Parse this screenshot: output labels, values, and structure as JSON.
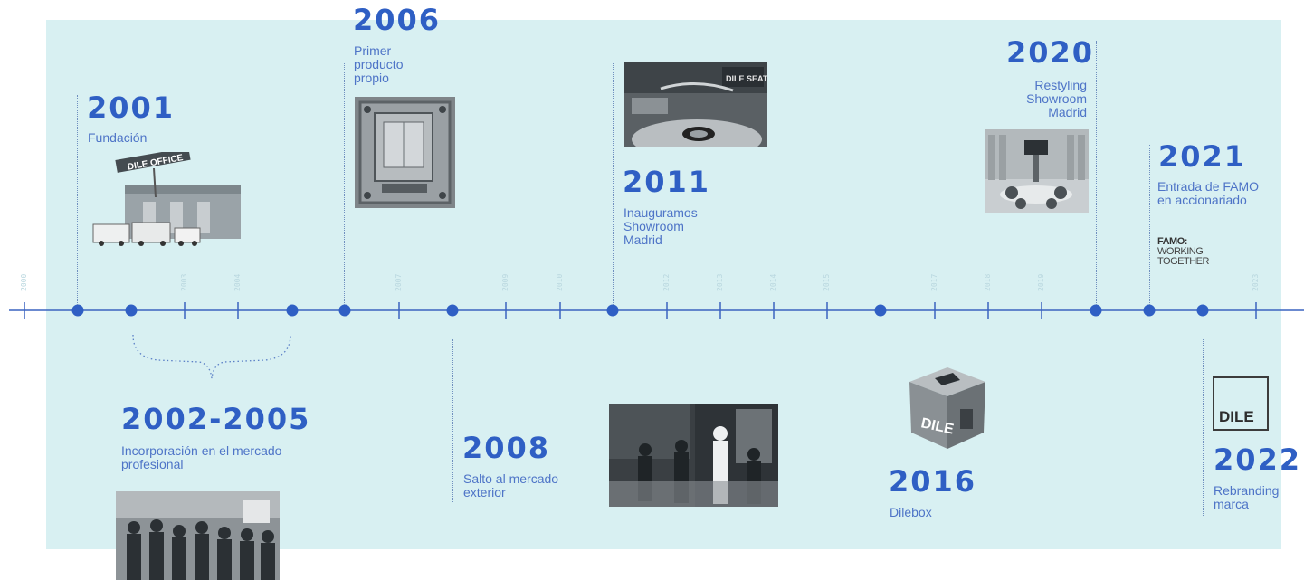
{
  "colors": {
    "panel": "#d8f0f2",
    "accent": "#2f5fc4",
    "text": "#4e74c7",
    "tick_label": "#b9d7df"
  },
  "axis": {
    "tick_labels": [
      "2000",
      "2003",
      "2004",
      "2007",
      "2009",
      "2010",
      "2012",
      "2013",
      "2014",
      "2015",
      "2017",
      "2018",
      "2019",
      "2023"
    ]
  },
  "milestones": [
    {
      "year": "2001",
      "label": "Fundación"
    },
    {
      "year": "2002-2005",
      "label": "Incorporación en el mercado\nprofesional"
    },
    {
      "year": "2006",
      "label": "Primer\nproducto\npropio"
    },
    {
      "year": "2008",
      "label": "Salto al mercado\nexterior"
    },
    {
      "year": "2011",
      "label": "Inauguramos\nShowroom\nMadrid"
    },
    {
      "year": "2016",
      "label": "Dilebox"
    },
    {
      "year": "2020",
      "label": "Restyling\nShowroom\nMadrid"
    },
    {
      "year": "2021",
      "label": "Entrada de FAMO\nen accionariado"
    },
    {
      "year": "2022",
      "label": "Rebranding\nmarca"
    }
  ],
  "logos": {
    "famo_brand": "FAMO:",
    "famo_tagline_1": "WORKING",
    "famo_tagline_2": "TOGETHER",
    "dile": "DILE",
    "office_sign": "DILE OFFICE",
    "seating_sign": "DILE SEATING"
  }
}
